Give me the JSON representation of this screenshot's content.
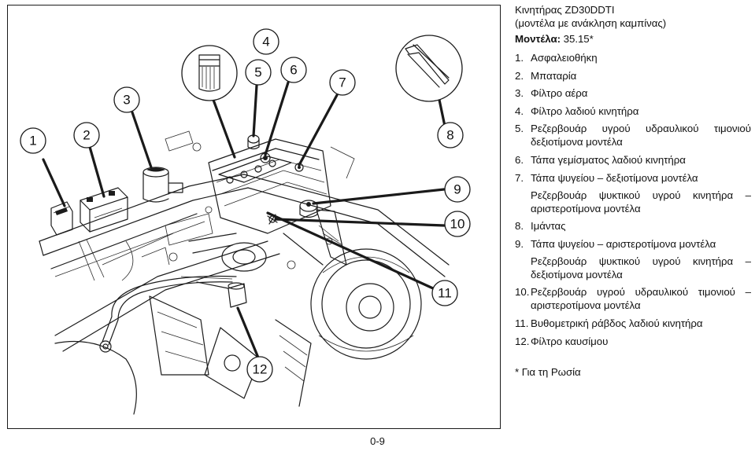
{
  "header": {
    "title": "Κινητήρας ZD30DDTI",
    "subtitle": "(μοντέλα με ανάκληση καμπίνας)",
    "models_label": "Μοντέλα:",
    "models_value": "35.15*"
  },
  "legend": [
    {
      "num": "1.",
      "text": "Ασφαλειοθήκη"
    },
    {
      "num": "2.",
      "text": "Μπαταρία"
    },
    {
      "num": "3.",
      "text": "Φίλτρο αέρα"
    },
    {
      "num": "4.",
      "text": "Φίλτρο λαδιού κινητήρα"
    },
    {
      "num": "5.",
      "text": "Ρεζερβουάρ υγρού υδραυλικού τιμονιού δεξιοτίμονα μοντέλα"
    },
    {
      "num": "6.",
      "text": "Τάπα γεμίσματος λαδιού κινητήρα"
    },
    {
      "num": "7.",
      "text": "Τάπα ψυγείου – δεξιοτίμονα μοντέλα",
      "sub": "Ρεζερβουάρ ψυκτικού υγρού κινητήρα – αριστεροτίμονα μοντέλα"
    },
    {
      "num": "8.",
      "text": "Ιμάντας"
    },
    {
      "num": "9.",
      "text": "Τάπα ψυγείου – αριστεροτίμονα μοντέλα",
      "sub": "Ρεζερβουάρ ψυκτικού υγρού κινητήρα – δεξιοτίμονα μοντέλα"
    },
    {
      "num": "10.",
      "text": "Ρεζερβουάρ υγρού υδραυλικού τιμονιού – αριστεροτίμονα μοντέλα"
    },
    {
      "num": "11.",
      "text": "Βυθομετρική ράβδος λαδιού κινητήρα"
    },
    {
      "num": "12.",
      "text": "Φίλτρο καυσίμου"
    }
  ],
  "footnote": "* Για τη Ρωσία",
  "page_number": "0-9",
  "callouts": [
    "1",
    "2",
    "3",
    "4",
    "5",
    "6",
    "7",
    "8",
    "9",
    "10",
    "11",
    "12"
  ]
}
